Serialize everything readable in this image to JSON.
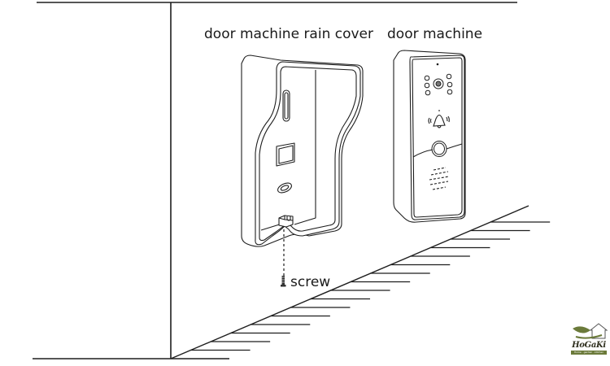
{
  "labels": {
    "rain_cover": "door machine rain cover",
    "door_machine": "door machine",
    "screw": "screw"
  },
  "logo": {
    "name": "HoGaKi",
    "tagline": "Home · garden · kitchen",
    "accent_color": "#6b7a3a"
  },
  "colors": {
    "line": "#1e1e1e",
    "background": "#ffffff"
  },
  "icons": {
    "bell": "bell-icon",
    "camera": "camera-lens-icon",
    "call_button": "call-button-icon",
    "speaker": "speaker-grille-icon",
    "screw": "screw-icon"
  }
}
